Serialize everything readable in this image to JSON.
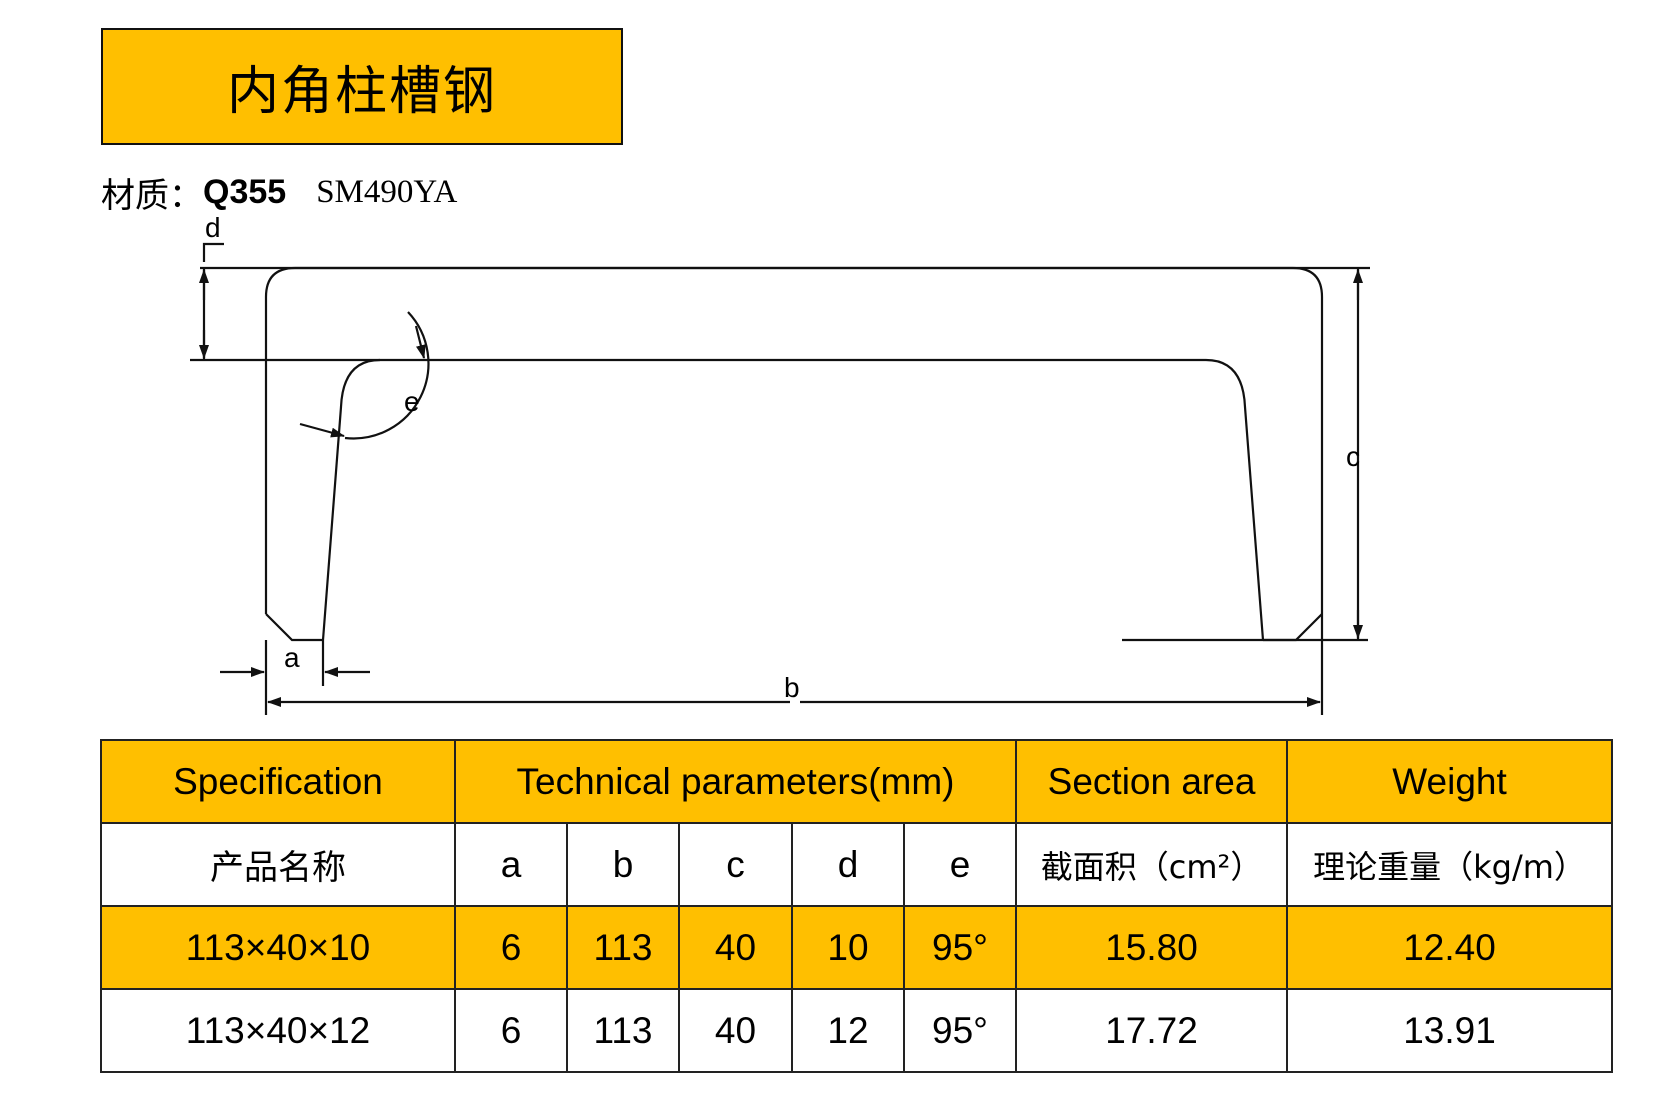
{
  "title": "内角柱槽钢",
  "material": {
    "label": "材质：",
    "grade1": "Q355",
    "grade2": "SM490YA"
  },
  "drawing": {
    "labels": {
      "a": "a",
      "b": "b",
      "c": "c",
      "d": "d",
      "e": "e"
    }
  },
  "table": {
    "header": {
      "spec": "Specification",
      "tech": "Technical parameters(mm)",
      "area": "Section area",
      "weight": "Weight"
    },
    "subheader": {
      "spec": "产品名称",
      "a": "a",
      "b": "b",
      "c": "c",
      "d": "d",
      "e": "e",
      "area": "截面积（cm²）",
      "weight": "理论重量（kg/m）"
    },
    "rows": [
      {
        "spec": "113×40×10",
        "a": "6",
        "b": "113",
        "c": "40",
        "d": "10",
        "e": "95°",
        "area": "15.80",
        "weight": "12.40"
      },
      {
        "spec": "113×40×12",
        "a": "6",
        "b": "113",
        "c": "40",
        "d": "12",
        "e": "95°",
        "area": "17.72",
        "weight": "13.91"
      }
    ]
  },
  "colors": {
    "accent": "#ffbf00",
    "line": "#111111"
  }
}
